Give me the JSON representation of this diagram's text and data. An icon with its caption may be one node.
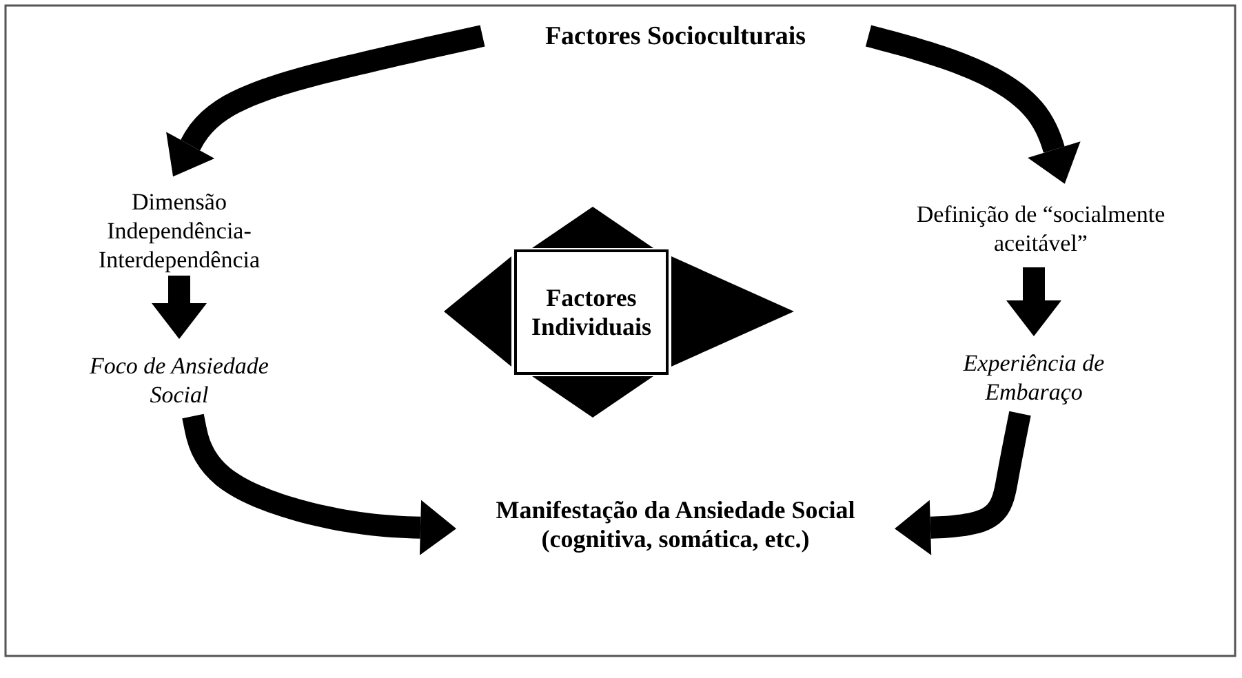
{
  "diagram": {
    "nodes": [
      {
        "text": [
          "Factores Socioculturais"
        ]
      },
      {
        "text": [
          "Dimensão Independência-Interdependência"
        ]
      },
      {
        "text": [
          "Definição de “socialmente aceitável”"
        ]
      },
      {
        "text": [
          "Factores Individuais"
        ]
      },
      {
        "text": [
          "Foco de Ansiedade Social"
        ]
      },
      {
        "text": [
          "Experiência de Embaraço"
        ]
      },
      {
        "text": [
          "Manifestação da Ansiedade Social",
          "(cognitiva, somática, etc.)"
        ]
      }
    ],
    "edges": [
      {
        "from": 0,
        "to": 1,
        "arrow": "to"
      },
      {
        "from": 0,
        "to": 2,
        "arrow": "to"
      },
      {
        "from": 1,
        "to": 4,
        "arrow": "to"
      },
      {
        "from": 2,
        "to": 5,
        "arrow": "to"
      },
      {
        "from": 4,
        "to": 6,
        "arrow": "to"
      },
      {
        "from": 5,
        "to": 6,
        "arrow": "to"
      }
    ]
  }
}
